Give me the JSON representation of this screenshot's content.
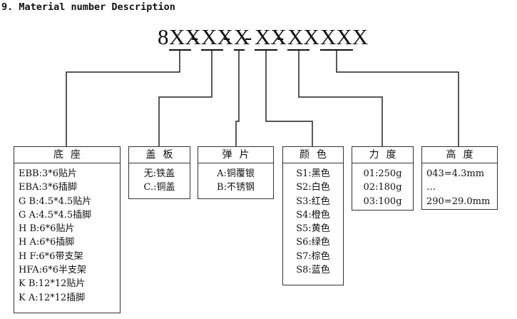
{
  "title": "9. Material number Description",
  "code": {
    "segments": [
      "8XX",
      "XX",
      "X",
      "XX",
      "XX",
      "XXX"
    ],
    "separators": [
      "-",
      "-",
      "-",
      "-",
      " "
    ]
  },
  "boxes": [
    {
      "header": "底座",
      "rows": [
        "EBB:3*6贴片",
        "EBA:3*6插脚",
        "G B:4.5*4.5贴片",
        "G A:4.5*4.5插脚",
        "H B:6*6贴片",
        "H A:6*6插脚",
        "H F:6*6带支架",
        "HFA:6*6半支架",
        "K B:12*12贴片",
        "K A:12*12插脚"
      ]
    },
    {
      "header": "盖板",
      "rows": [
        "无:铁盖",
        "C.:铜盖"
      ]
    },
    {
      "header": "弹片",
      "rows": [
        "A:铜覆银",
        "B:不锈钢"
      ]
    },
    {
      "header": "颜色",
      "rows": [
        "S1:黑色",
        "S2:白色",
        "S3:红色",
        "S4:橙色",
        "S5:黄色",
        "S6:绿色",
        "S7:棕色",
        "S8:蓝色"
      ]
    },
    {
      "header": "力度",
      "rows": [
        "01:250g",
        "02:180g",
        "03:100g"
      ]
    },
    {
      "header": "高度",
      "rows": [
        "043=4.3mm",
        "…",
        "290=29.0mm"
      ]
    }
  ]
}
